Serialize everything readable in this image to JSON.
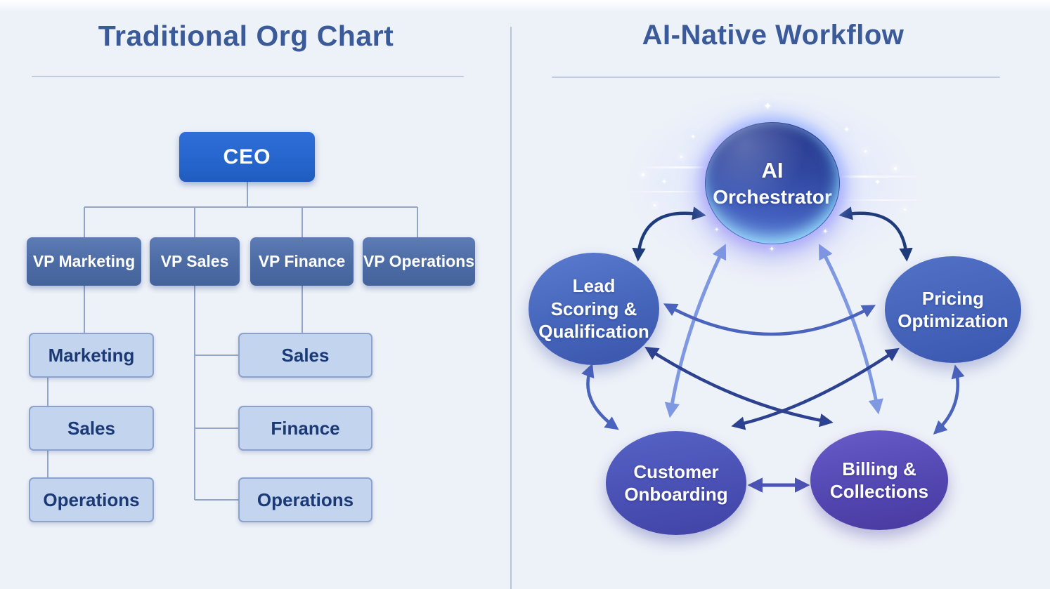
{
  "left": {
    "title": "Traditional Org Chart",
    "ceo": "CEO",
    "vps": [
      "VP Marketing",
      "VP Sales",
      "VP Finance",
      "VP Operations"
    ],
    "reports_left": [
      "Marketing",
      "Sales",
      "Operations"
    ],
    "reports_right": [
      "Sales",
      "Finance",
      "Operations"
    ]
  },
  "right": {
    "title": "AI-Native Workflow",
    "center": {
      "line1": "AI",
      "line2": "Orchestrator"
    },
    "nodes": {
      "lead": {
        "lines": [
          "Lead",
          "Scoring &",
          "Qualification"
        ]
      },
      "pricing": {
        "lines": [
          "Pricing",
          "Optimization"
        ]
      },
      "customer": {
        "lines": [
          "Customer",
          "Onboarding"
        ]
      },
      "billing": {
        "lines": [
          "Billing &",
          "Collections"
        ]
      }
    },
    "edges": [
      {
        "from": "ai",
        "to": "lead",
        "tone": "navy"
      },
      {
        "from": "ai",
        "to": "pricing",
        "tone": "navy"
      },
      {
        "from": "ai",
        "to": "customer",
        "tone": "light"
      },
      {
        "from": "ai",
        "to": "billing",
        "tone": "light"
      },
      {
        "from": "lead",
        "to": "pricing",
        "tone": "medium"
      },
      {
        "from": "lead",
        "to": "customer",
        "tone": "medium"
      },
      {
        "from": "lead",
        "to": "billing",
        "tone": "dark"
      },
      {
        "from": "pricing",
        "to": "customer",
        "tone": "dark"
      },
      {
        "from": "pricing",
        "to": "billing",
        "tone": "medium"
      },
      {
        "from": "customer",
        "to": "billing",
        "tone": "indigo"
      }
    ]
  },
  "colors": {
    "background": "#edf1f8",
    "title_text": "#3b5a99",
    "ceo_box": "#2766d3",
    "vp_box": "#4d6ca6",
    "report_box": "#c3d4ef",
    "report_text": "#1b3a75",
    "connector": "#93a5c6",
    "arrow_navy": "#1e3c7c",
    "arrow_dark": "#2c418f",
    "arrow_medium": "#4a63bd",
    "arrow_light": "#7e98e2",
    "arrow_indigo": "#4b53b4",
    "node_blue": "#4464bb",
    "node_indigo": "#4a52b4",
    "node_purple": "#5a4fb8",
    "ai_node_core": "#31479f"
  }
}
